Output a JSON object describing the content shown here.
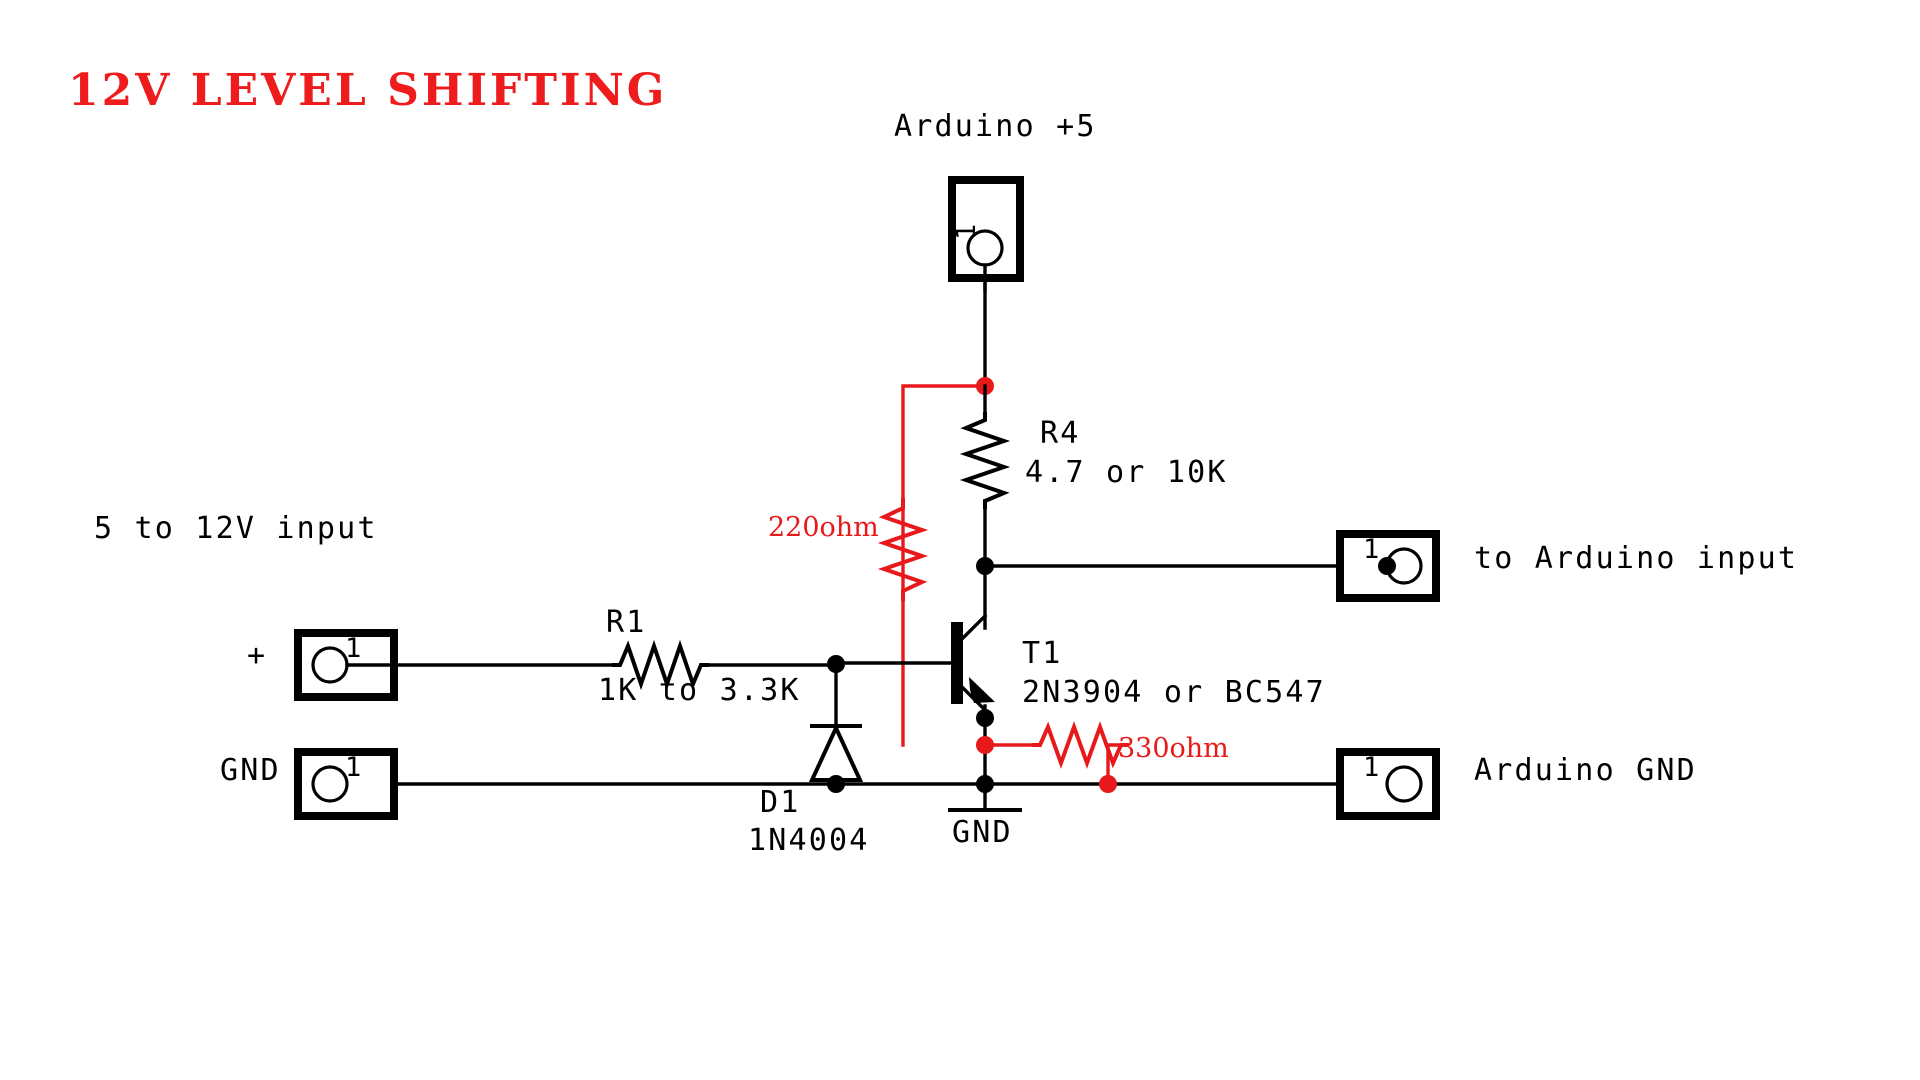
{
  "diagram": {
    "title": "12V LEVEL SHIFTING",
    "title_color": "#ee1c1c",
    "wire_color": "#000000",
    "highlight_color": "#e8191b",
    "background": "#ffffff"
  },
  "labels": {
    "arduino_p5": "Arduino +5",
    "input_caption": "5 to 12V input",
    "plus_terminal": "+",
    "gnd_terminal": "GND",
    "to_arduino_input": "to Arduino input",
    "arduino_gnd": "Arduino GND",
    "ground_symbol": "GND"
  },
  "components": {
    "r1": {
      "ref": "R1",
      "value": "1K to 3.3K"
    },
    "r4": {
      "ref": "R4",
      "value": "4.7 or 10K"
    },
    "d1": {
      "ref": "D1",
      "value": "1N4004"
    },
    "t1": {
      "ref": "T1",
      "value": "2N3904 or BC547"
    },
    "r220": {
      "value": "220ohm"
    },
    "r330": {
      "value": "330ohm"
    }
  },
  "pins": {
    "top_connector": "1",
    "plus_connector": "1",
    "gnd_connector": "1",
    "arduino_input_connector": "1",
    "arduino_gnd_connector": "1"
  }
}
